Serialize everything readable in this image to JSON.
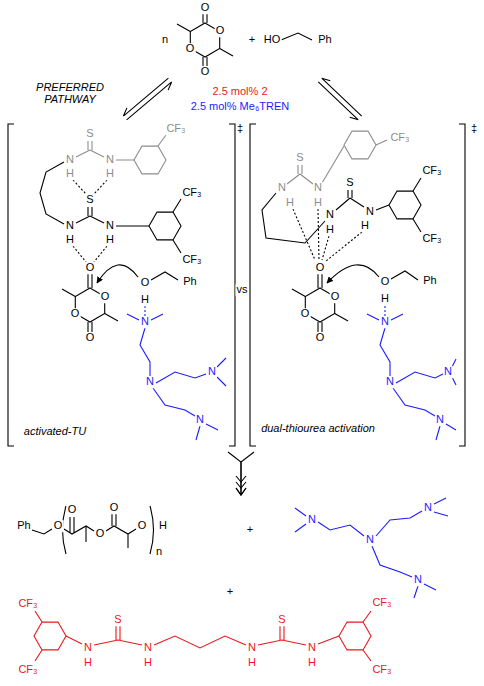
{
  "diagram": {
    "nodes": [
      {
        "text": [
          "n",
          "O",
          "O",
          "O",
          "O",
          "+",
          "HO",
          "Ph"
        ]
      },
      {
        "text": [
          "S",
          "N",
          "N",
          "H",
          "H",
          "CF₃",
          "S",
          "N",
          "N",
          "H",
          "H",
          "CF₃",
          "CF₃",
          "O",
          "O",
          "O",
          "O",
          "O",
          "H",
          "Ph",
          "N",
          "N",
          "N",
          "N",
          "activated-TU"
        ]
      },
      {
        "text": [
          "S",
          "N",
          "N",
          "H",
          "H",
          "CF₃",
          "S",
          "N",
          "N",
          "H",
          "H",
          "CF₃",
          "CF₃",
          "O",
          "O",
          "O",
          "O",
          "O",
          "H",
          "Ph",
          "N",
          "N",
          "N",
          "N",
          "dual-thiourea activation"
        ]
      },
      {
        "text": [
          "Ph",
          "O",
          "O",
          "O",
          "O",
          "O",
          "H",
          "n",
          "+",
          "N",
          "N",
          "N",
          "N",
          "+",
          "CF₃",
          "CF₃",
          "N",
          "H",
          "S",
          "N",
          "H",
          "N",
          "H",
          "S",
          "N",
          "H",
          "CF₃",
          "CF₃"
        ]
      }
    ],
    "edges": [
      {
        "from": 0,
        "to": 1,
        "arrow": "both"
      },
      {
        "from": 0,
        "to": 2,
        "arrow": "both"
      },
      {
        "from": 1,
        "to": 3,
        "arrow": "to"
      },
      {
        "from": 2,
        "to": 3,
        "arrow": "to"
      }
    ],
    "labels": [
      "PREFERRED PATHWAY",
      "2.5 mol% 2",
      "2.5 mol% Me₆TREN",
      "‡",
      "‡",
      "vs"
    ]
  }
}
